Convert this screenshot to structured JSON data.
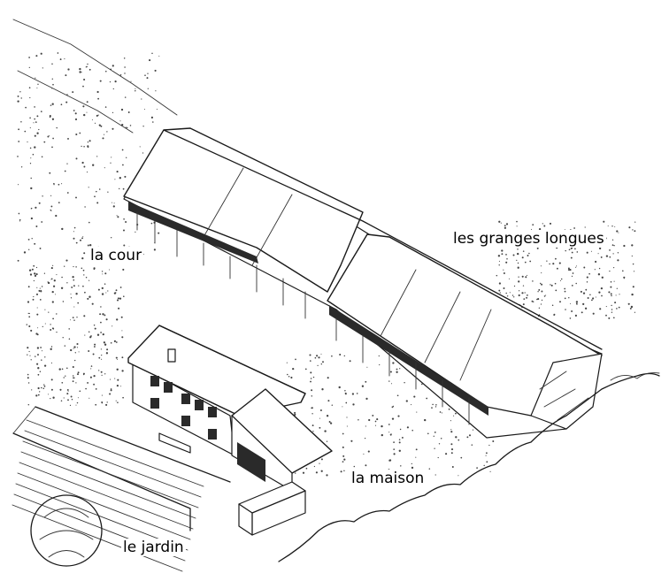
{
  "labels": {
    "cour": "la cour",
    "granges": "les granges longues",
    "maison": "la maison",
    "jardin": "le jardin"
  }
}
